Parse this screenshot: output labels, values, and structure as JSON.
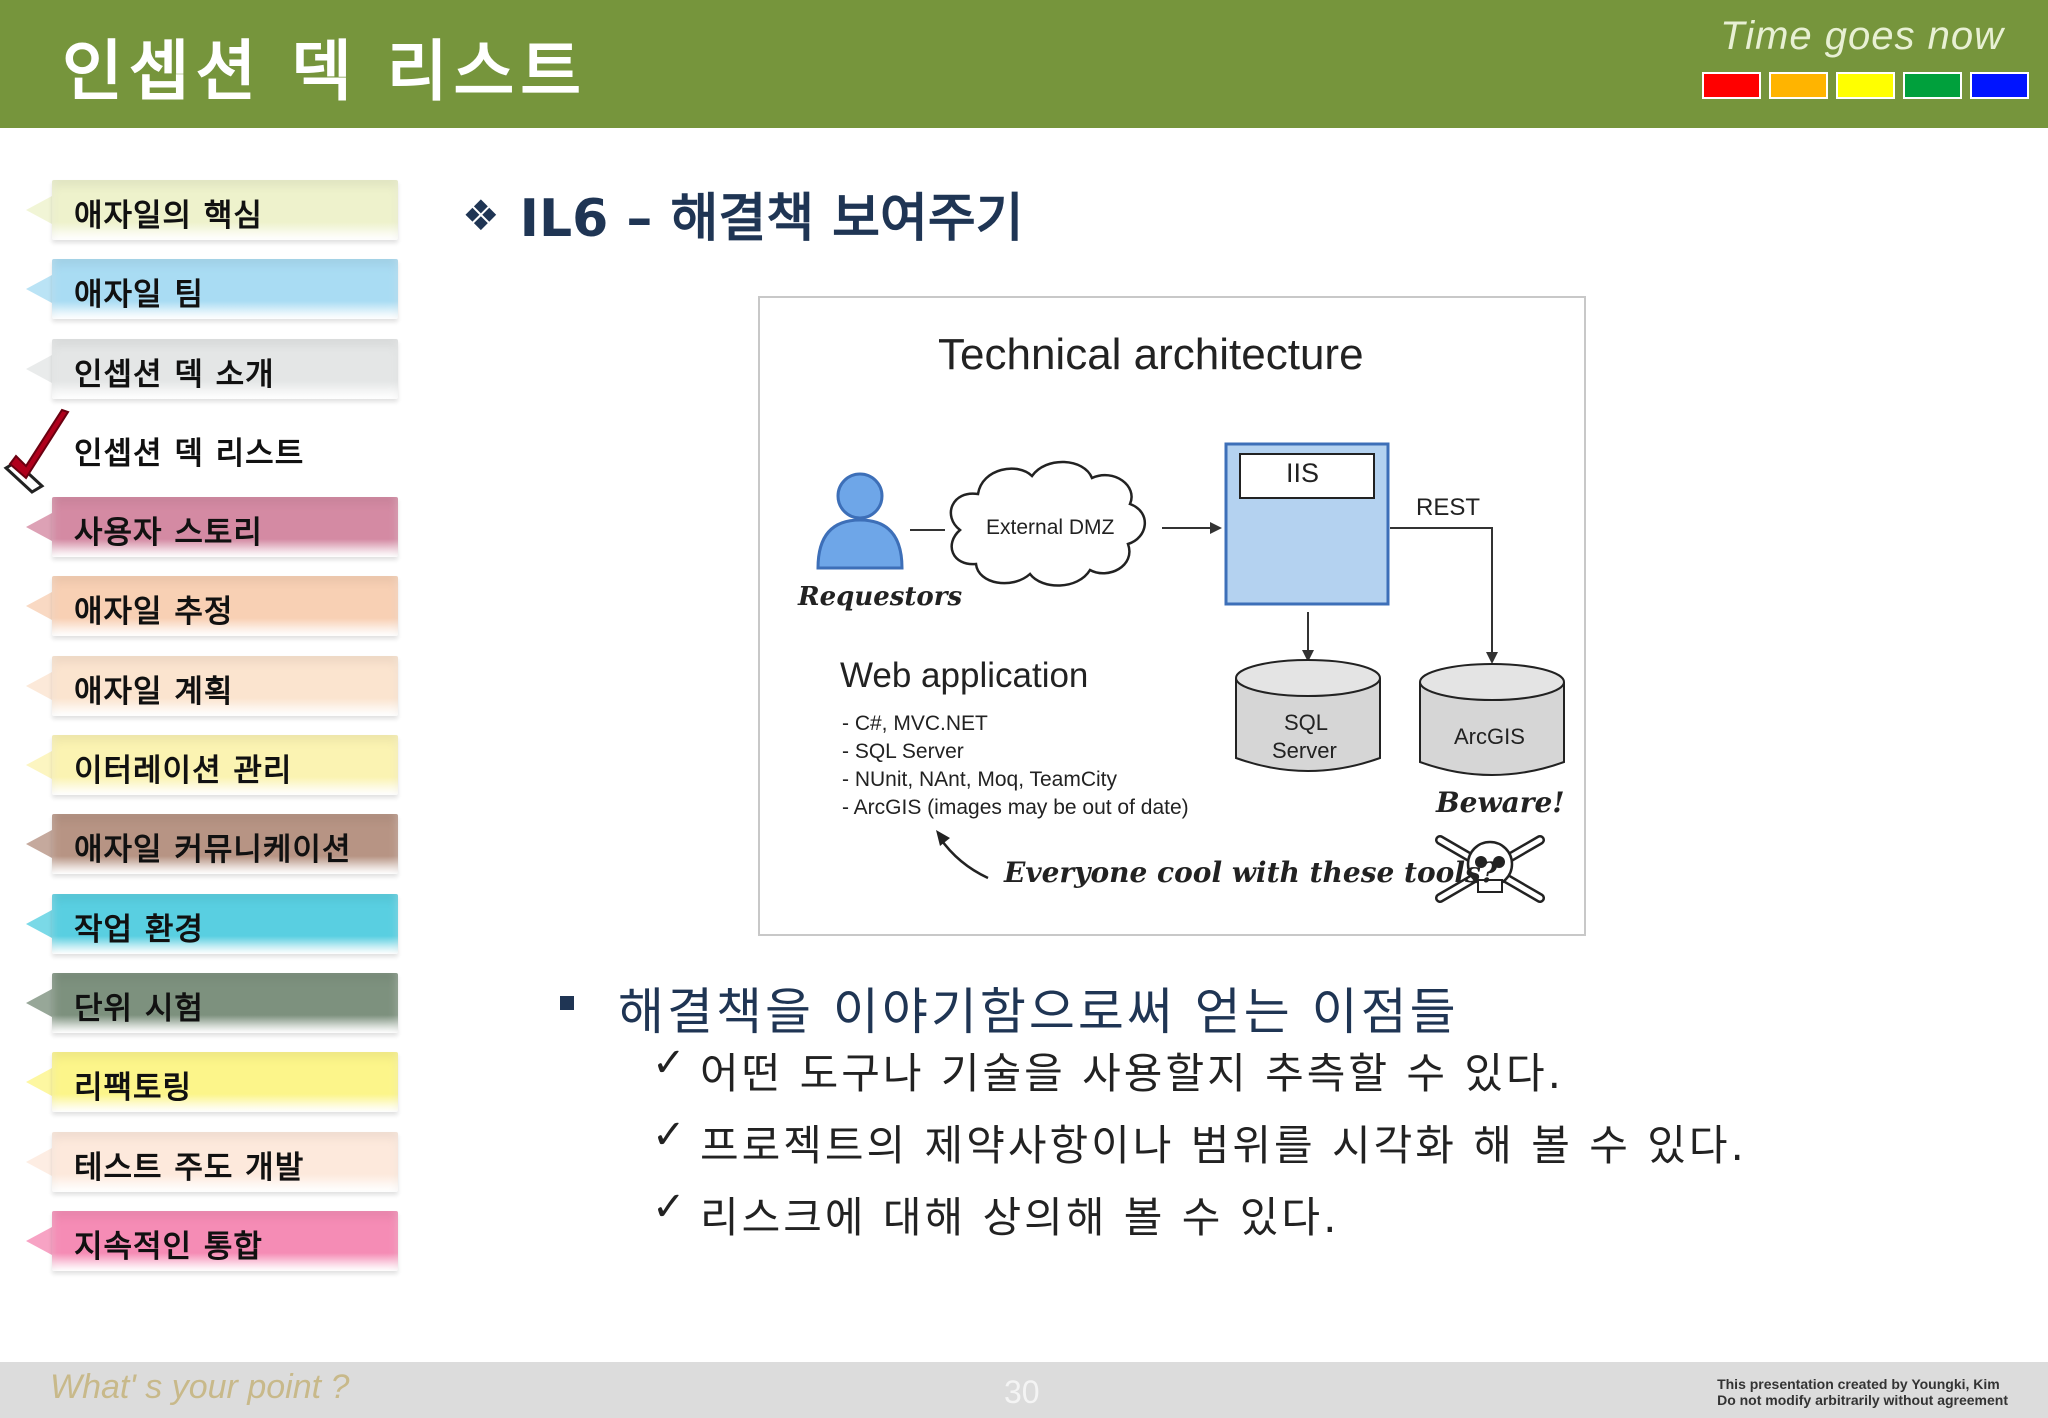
{
  "header": {
    "title": "인셉션 덱 리스트",
    "tagline": "Time goes now",
    "swatches": [
      "#ff0000",
      "#ffb400",
      "#ffff00",
      "#00a03c",
      "#0014ff"
    ]
  },
  "sidebar": {
    "items": [
      {
        "label": "애자일의 핵심",
        "color": "#eef2cc",
        "current": false
      },
      {
        "label": "애자일 팀",
        "color": "#a9dcf3",
        "current": false
      },
      {
        "label": "인셉션 덱 소개",
        "color": "#e4e6e6",
        "current": false
      },
      {
        "label": "인셉션 덱 리스트",
        "color": "#ffffff",
        "current": true
      },
      {
        "label": "사용자 스토리",
        "color": "#d48aa3",
        "current": false
      },
      {
        "label": "애자일 추정",
        "color": "#f8d0b4",
        "current": false
      },
      {
        "label": "애자일 계획",
        "color": "#fbe4cf",
        "current": false
      },
      {
        "label": "이터레이션 관리",
        "color": "#fbf3b2",
        "current": false
      },
      {
        "label": "애자일 커뮤니케이션",
        "color": "#b79484",
        "current": false
      },
      {
        "label": "작업 환경",
        "color": "#59cfe1",
        "current": false
      },
      {
        "label": "단위 시험",
        "color": "#7d917e",
        "current": false
      },
      {
        "label": "리팩토링",
        "color": "#fcf58a",
        "current": false
      },
      {
        "label": "테스트 주도 개발",
        "color": "#fde9dc",
        "current": false
      },
      {
        "label": "지속적인 통합",
        "color": "#f58cb5",
        "current": false
      }
    ]
  },
  "section": {
    "bullet": "❖",
    "title": "IL6 – 해결책 보여주기"
  },
  "diagram": {
    "title": "Technical architecture",
    "requestors": "Requestors",
    "cloud": "External DMZ",
    "server": "IIS",
    "rest": "REST",
    "db1_line1": "SQL",
    "db1_line2": "Server",
    "db2": "ArcGIS",
    "webapp": "Web application",
    "stack": [
      "- C#, MVC.NET",
      "- SQL Server",
      "- NUnit, NAnt, Moq, TeamCity",
      "- ArcGIS (images may be out of date)"
    ],
    "beware": "Beware!",
    "question": "Everyone cool with these tools?"
  },
  "bullets": {
    "main": "해결책을 이야기함으로써 얻는 이점들",
    "check": "✓",
    "items": [
      "어떤 도구나 기술을 사용할지 추측할 수 있다.",
      "프로젝트의 제약사항이나 범위를 시각화 해 볼 수 있다.",
      "리스크에 대해 상의해 볼 수 있다."
    ]
  },
  "footer": {
    "slogan": "What' s your point ?",
    "page_number": "30",
    "credit_line1": "This presentation created by  Youngki, Kim",
    "credit_line2": "Do not modify arbitrarily without agreement"
  }
}
